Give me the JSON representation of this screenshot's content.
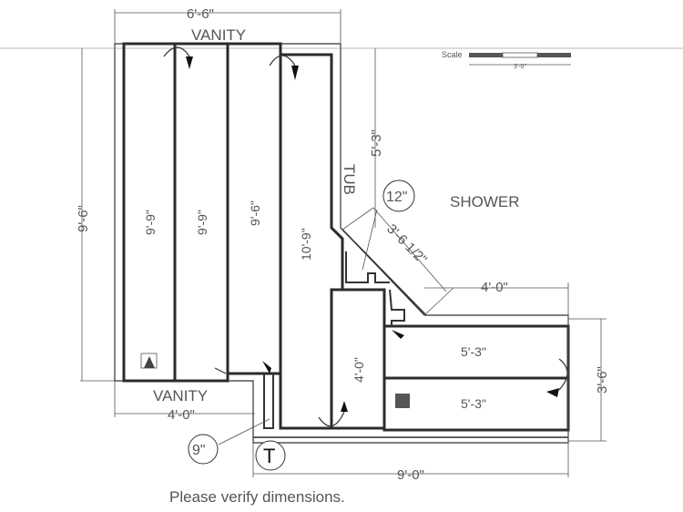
{
  "diagram": {
    "type": "floor-plan",
    "labels": {
      "vanity_top": "VANITY",
      "vanity_bottom": "VANITY",
      "tub": "TUB",
      "shower": "SHOWER"
    },
    "dimensions": {
      "top_width": "6'-6\"",
      "left_height": "9'-6\"",
      "tub_height": "5'-3\"",
      "diagonal": "3'-6 1/2\"",
      "shower_width": "4'-0\"",
      "right_height": "3'-6\"",
      "bottom_width": "9'-0\"",
      "vanity_bottom_width": "4'-0\""
    },
    "callouts": {
      "circle_12": "12\"",
      "circle_9": "9\"",
      "circle_T": "T"
    },
    "boards": [
      {
        "label": "9'-9\""
      },
      {
        "label": "9'-9\""
      },
      {
        "label": "9'-6\""
      },
      {
        "label": "10'-9\""
      },
      {
        "label": "4'-0\""
      },
      {
        "label": "5'-3\""
      },
      {
        "label": "5'-3\""
      }
    ],
    "scale": {
      "label": "Scale",
      "value": "3'-0\""
    },
    "note": "Please verify dimensions.",
    "colors": {
      "line": "#2b2b2b",
      "text": "#555555",
      "marker": "#555555"
    }
  }
}
